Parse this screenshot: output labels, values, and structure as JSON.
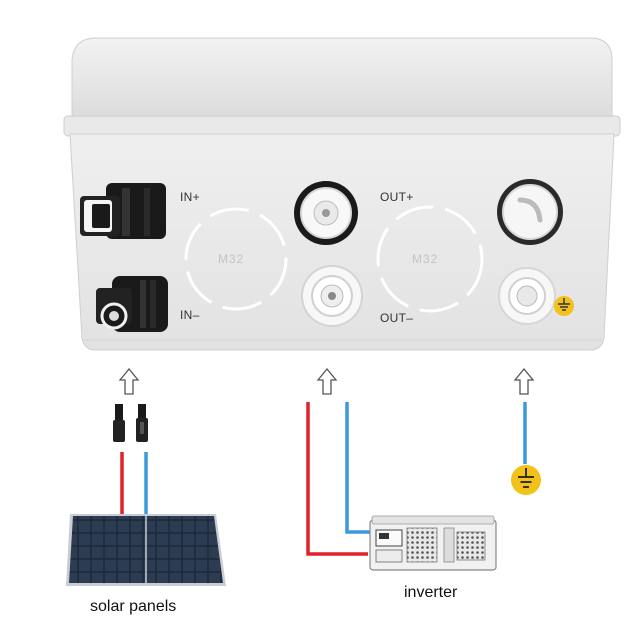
{
  "box": {
    "label_in_plus": "IN+",
    "label_in_minus": "IN–",
    "label_out_plus": "OUT+",
    "label_out_minus": "OUT–",
    "knockout_left": "M32",
    "knockout_right": "M32"
  },
  "captions": {
    "solar": "solar panels",
    "inverter": "inverter"
  },
  "colors": {
    "enclosure": "#e6e6e6",
    "positive_wire": "#e0222a",
    "negative_wire": "#3a9ad9",
    "ground_wire": "#3a9ad9",
    "ground_symbol": "#f2c21a",
    "solar_panel": "#243244"
  },
  "icons": [
    "arrow-up-icon",
    "ground-icon",
    "mc4-connector-icon",
    "cable-gland-icon",
    "vent-plug-icon"
  ]
}
